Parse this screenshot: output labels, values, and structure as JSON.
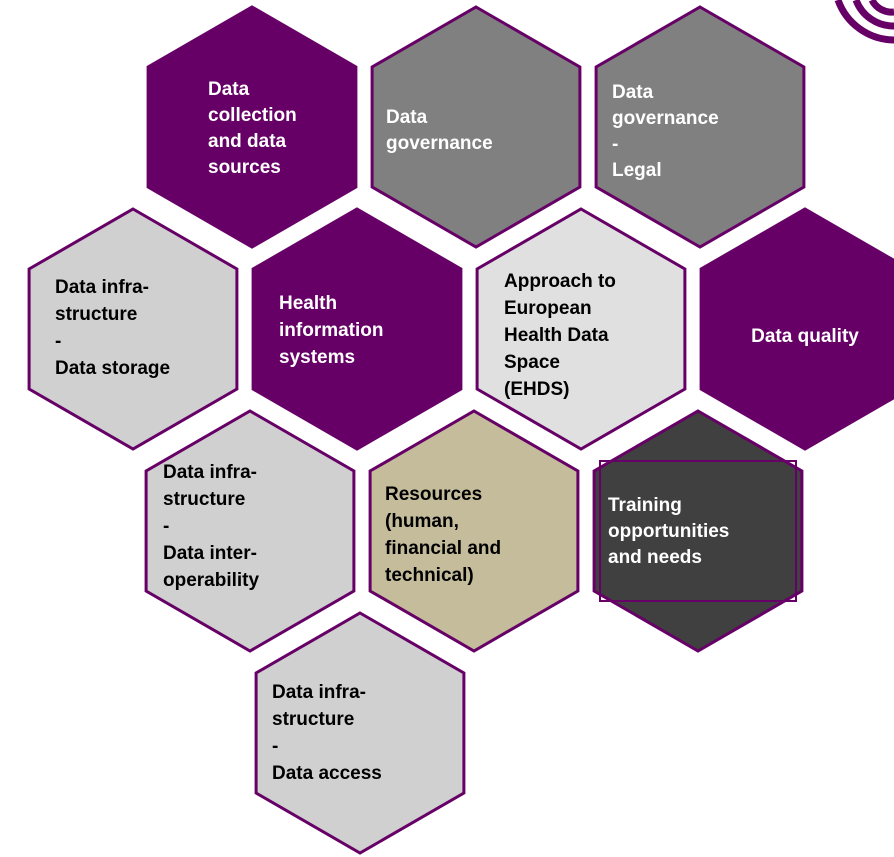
{
  "colors": {
    "purple": "#660066",
    "gray": "#808080",
    "light_gray": "#d0d0d0",
    "pale_gray": "#e0e0e0",
    "tan": "#c4bc9a",
    "dark_gray": "#404040",
    "white_text": "#ffffff",
    "dark_text": "#000000"
  },
  "hexagons": [
    {
      "id": "data-collection",
      "fill": "purple",
      "text_color": "white_text",
      "lines": [
        "Data",
        "collection",
        "and data",
        "sources"
      ]
    },
    {
      "id": "data-governance",
      "fill": "gray",
      "text_color": "white_text",
      "lines": [
        "Data",
        "governance"
      ]
    },
    {
      "id": "data-governance-legal",
      "fill": "gray",
      "text_color": "white_text",
      "lines": [
        "Data",
        "governance",
        "-",
        "Legal"
      ]
    },
    {
      "id": "data-storage",
      "fill": "light_gray",
      "text_color": "dark_text",
      "lines": [
        "Data infra-",
        "structure",
        "-",
        "Data storage"
      ]
    },
    {
      "id": "health-information-systems",
      "fill": "purple",
      "text_color": "white_text",
      "lines": [
        "Health",
        "information",
        "systems"
      ]
    },
    {
      "id": "ehds",
      "fill": "pale_gray",
      "text_color": "dark_text",
      "lines": [
        "Approach to",
        "European",
        "Health Data",
        "Space",
        "(EHDS)"
      ]
    },
    {
      "id": "data-quality",
      "fill": "purple",
      "text_color": "white_text",
      "lines": [
        "Data quality"
      ]
    },
    {
      "id": "data-interoperability",
      "fill": "light_gray",
      "text_color": "dark_text",
      "lines": [
        "Data infra-",
        "structure",
        "-",
        "Data inter-",
        "operability"
      ]
    },
    {
      "id": "resources",
      "fill": "tan",
      "text_color": "dark_text",
      "lines": [
        "Resources",
        "(human,",
        "financial and",
        "technical)"
      ]
    },
    {
      "id": "training",
      "fill": "dark_gray",
      "text_color": "white_text",
      "lines": [
        "Training",
        "opportunities",
        "and needs"
      ]
    },
    {
      "id": "data-access",
      "fill": "light_gray",
      "text_color": "dark_text",
      "lines": [
        "Data infra-",
        "structure",
        "-",
        "Data access"
      ]
    }
  ],
  "logo_icon": "spiral-logo"
}
